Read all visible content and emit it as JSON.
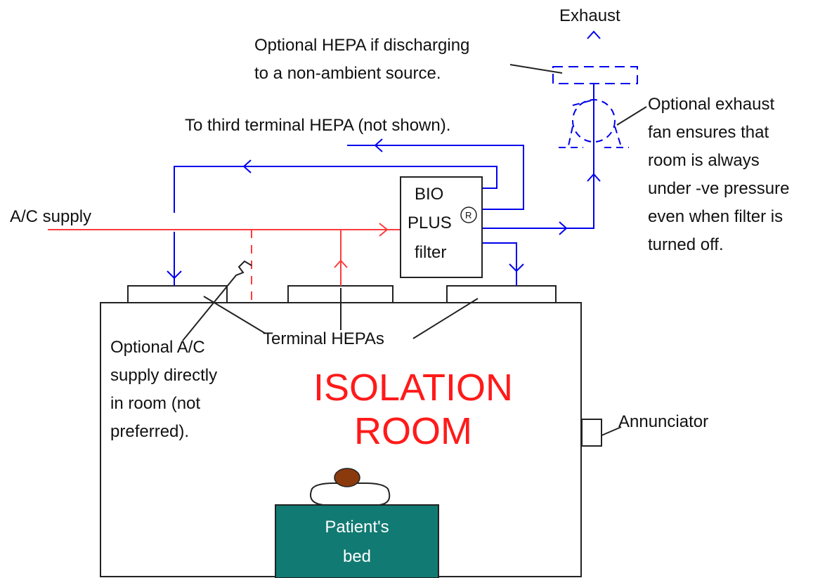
{
  "labels": {
    "exhaust": "Exhaust",
    "optional_hepa": [
      "Optional HEPA if discharging",
      "to a non-ambient source."
    ],
    "third_terminal": "To third terminal HEPA (not shown).",
    "optional_fan": [
      "Optional exhaust",
      "fan ensures that",
      "room is always",
      "under -ve pressure",
      "even when filter is",
      "turned off."
    ],
    "ac_supply": "A/C supply",
    "filter": [
      "BIO",
      "PLUS",
      "filter"
    ],
    "registered_mark": "R",
    "terminal_hepas": "Terminal HEPAs",
    "optional_ac": [
      "Optional A/C",
      "supply directly",
      "in room (not",
      "preferred)."
    ],
    "room": [
      "ISOLATION",
      "ROOM"
    ],
    "annunciator": "Annunciator",
    "bed": [
      "Patient's",
      "bed"
    ]
  },
  "colors": {
    "air_return": "#0000ee",
    "ac_supply": "#ff3b3b",
    "room_title": "#ff1a1a",
    "bed": "#117a73",
    "patient_head": "#8b3a0e",
    "outline": "#222222"
  }
}
